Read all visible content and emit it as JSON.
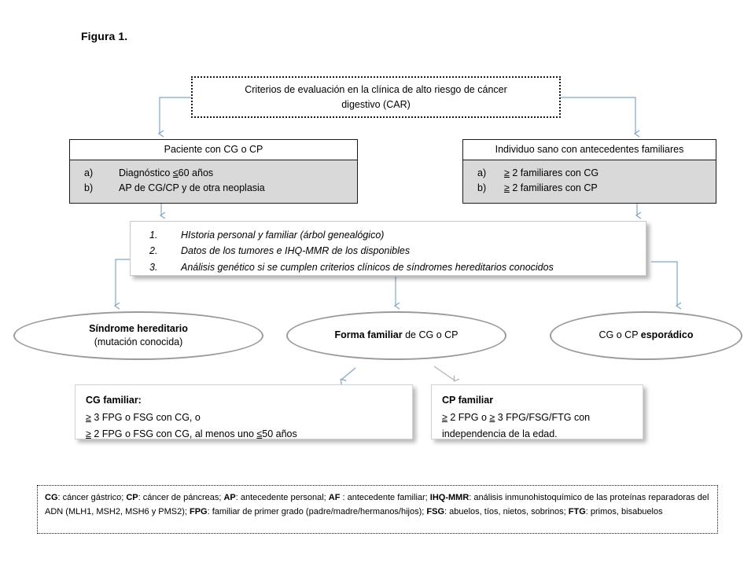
{
  "figure": {
    "caption": "Figura 1."
  },
  "criteria": {
    "line1": "Criterios de evaluación en la clínica de alto riesgo de cáncer",
    "line2": "digestivo (CAR)"
  },
  "panels": [
    {
      "id": "patient",
      "title": "Paciente con CG o CP",
      "items": [
        {
          "marker": "a)",
          "text": "Diagnóstico ",
          "ge": "≤",
          "tail": "60 años"
        },
        {
          "marker": "b)",
          "text": "AP de CG/CP y de otra neoplasia",
          "ge": "",
          "tail": ""
        }
      ]
    },
    {
      "id": "healthy",
      "title": "Individuo sano con antecedentes familiares",
      "items": [
        {
          "marker": "a)",
          "text": "",
          "ge": "≥",
          "tail": " 2 familiares con CG"
        },
        {
          "marker": "b)",
          "text": "",
          "ge": "≥",
          "tail": " 2 familiares con CP"
        }
      ]
    }
  ],
  "workup": {
    "items": [
      {
        "marker": "1.",
        "text": "HIstoria personal y familiar (árbol genealógico)"
      },
      {
        "marker": "2.",
        "text": "Datos de los tumores e IHQ-MMR de los disponibles"
      },
      {
        "marker": "3.",
        "text": "Análisis genético si se cumplen criterios clínicos de síndromes hereditarios conocidos"
      }
    ]
  },
  "outcomes": [
    {
      "id": "hereditary",
      "bold": "Síndrome hereditario",
      "normal": "",
      "line2": "(mutación conocida)"
    },
    {
      "id": "familial",
      "bold": "Forma familiar",
      "normal": " de CG o CP",
      "line2": ""
    },
    {
      "id": "sporadic",
      "bold": "esporádico",
      "normal": "CG o CP ",
      "line2": ""
    }
  ],
  "details": [
    {
      "id": "cg",
      "title": "CG familiar:",
      "lines": [
        {
          "ge": "≥",
          "text": " 3 FPG o FSG con CG, o"
        },
        {
          "ge": "≥",
          "text": " 2 FPG o FSG con CG, al menos uno ",
          "ge2": "≤",
          "text2": "50 años"
        }
      ]
    },
    {
      "id": "cp",
      "title": "CP familiar",
      "lines": [
        {
          "ge": "≥",
          "text": " 2 FPG o ",
          "ge2": "≥",
          "text2": " 3 FPG/FSG/FTG con"
        },
        {
          "ge": "",
          "text": "independencia de la edad."
        }
      ]
    }
  ],
  "legend": {
    "segments": [
      {
        "b": "CG",
        "t": ": cáncer gástrico; "
      },
      {
        "b": "CP",
        "t": ": cáncer de páncreas; "
      },
      {
        "b": "AP",
        "t": ": antecedente personal; "
      },
      {
        "b": "AF",
        "t": " : antecedente familiar; "
      },
      {
        "b": "IHQ-MMR",
        "t": ":  análisis inmunohistoquímico de las proteínas reparadoras del ADN (MLH1, MSH2, MSH6 y PMS2); "
      },
      {
        "b": "FPG",
        "t": ": familiar de primer grado (padre/madre/hermanos/hijos); "
      },
      {
        "b": "FSG",
        "t": ": abuelos, tíos, nietos, sobrinos; "
      },
      {
        "b": "FTG",
        "t": ": primos, bisabuelos"
      }
    ]
  },
  "colors": {
    "arrow_blue": "#7fa8c9",
    "arrow_gray": "#b3b3b3",
    "panel_body_gray": "#d9d9d9",
    "ellipse_stroke": "#9a9a9a",
    "box_border": "#1a1a1a"
  }
}
